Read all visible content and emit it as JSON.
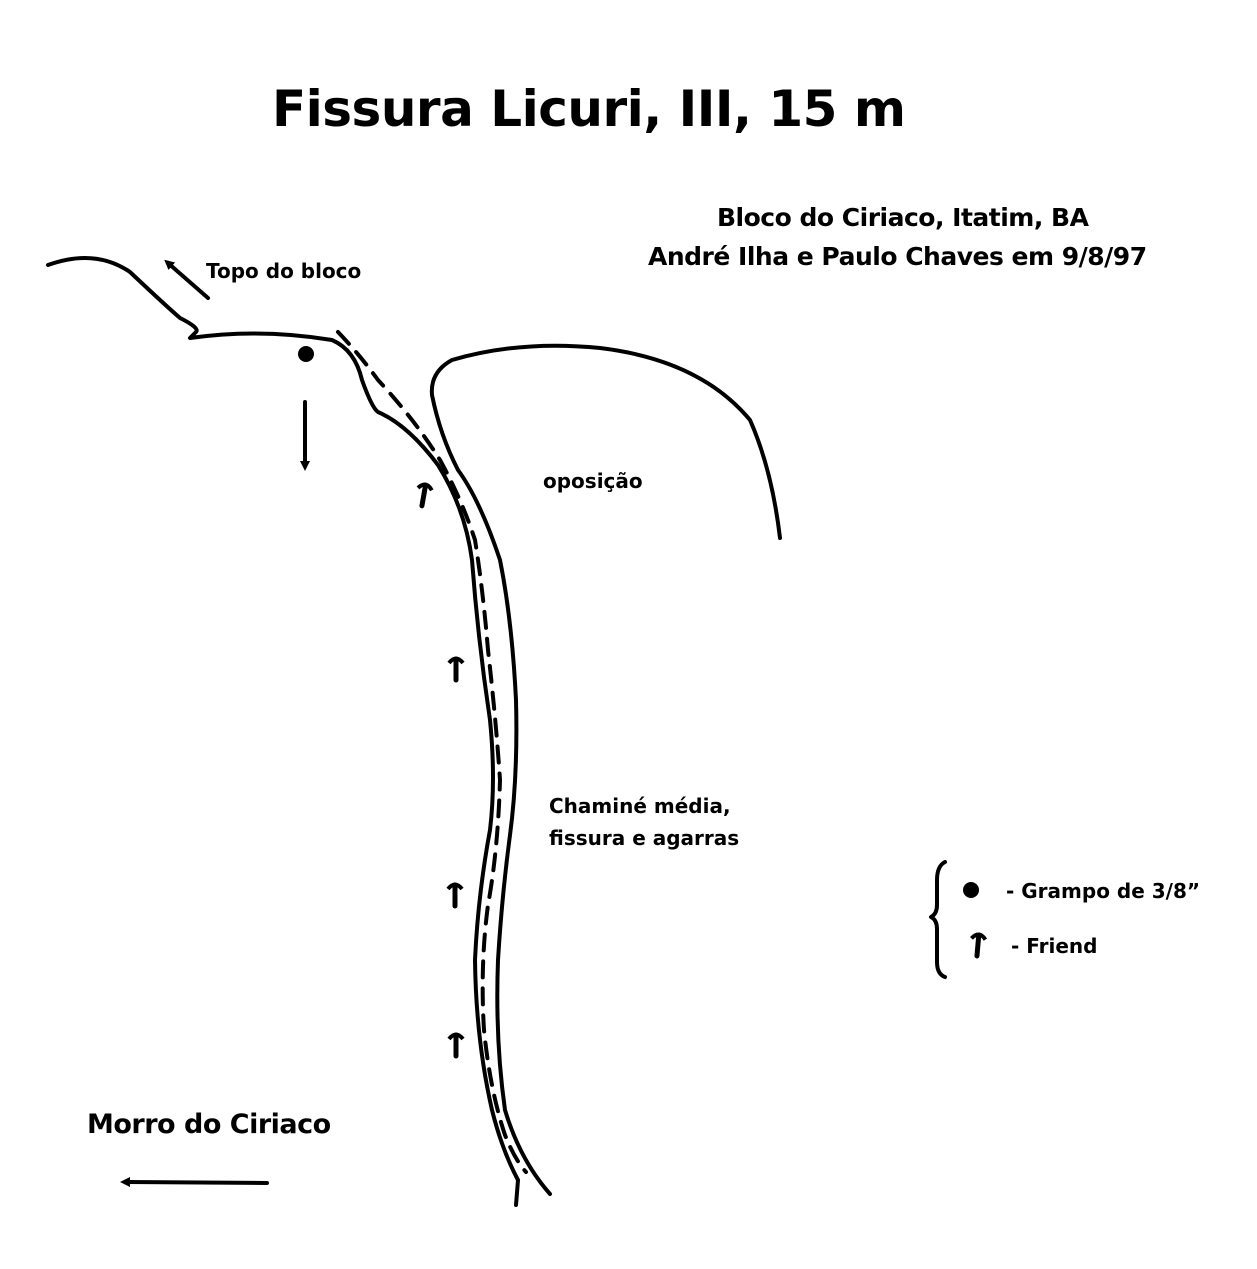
{
  "title": "Fissura Licuri, III, 15 m",
  "location": {
    "line1": "Bloco do Ciriaco, Itatim, BA",
    "line2": "André Ilha e Paulo Chaves em 9/8/97"
  },
  "labels": {
    "topo": "Topo do bloco",
    "oposicao": "oposição",
    "chamine_line1": "Chaminé média,",
    "chamine_line2": "fissura e agarras",
    "morro": "Morro do Ciriaco"
  },
  "legend": {
    "grampo": "-  Grampo de 3/8”",
    "friend": "-  Friend",
    "grampo_icon": "bolt-dot-icon",
    "friend_icon": "friend-cam-icon"
  },
  "colors": {
    "ink": "#000000",
    "paper": "#ffffff"
  }
}
